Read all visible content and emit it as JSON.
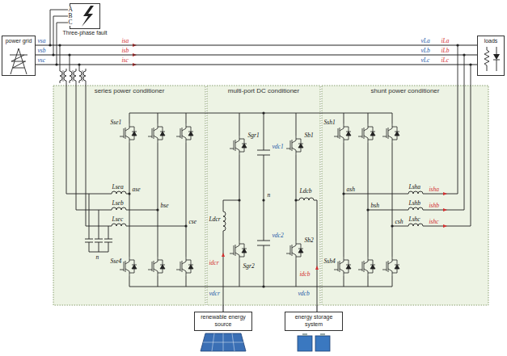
{
  "diagram": {
    "nodes": [
      {
        "text": [
          "Three-phase fault"
        ]
      },
      {
        "text": [
          "power grid"
        ]
      },
      {
        "text": [
          "loads"
        ]
      },
      {
        "text": [
          "series power conditioner"
        ]
      },
      {
        "text": [
          "multi-port DC conditioner"
        ]
      },
      {
        "text": [
          "shunt power conditioner"
        ]
      },
      {
        "text": [
          "renewable energy source"
        ]
      },
      {
        "text": [
          "energy storage system"
        ]
      }
    ],
    "edges": [
      {
        "from": 1,
        "to": 2,
        "arrow": "none"
      },
      {
        "from": 1,
        "to": 2,
        "arrow": "none"
      },
      {
        "from": 1,
        "to": 2,
        "arrow": "none"
      },
      {
        "from": 6,
        "to": 4,
        "arrow": "none"
      },
      {
        "from": 7,
        "to": 4,
        "arrow": "none"
      }
    ],
    "labels": [
      "A",
      "B",
      "C",
      "vsa",
      "vsb",
      "vsc",
      "isa",
      "isb",
      "isc",
      "vLa",
      "vLb",
      "vLc",
      "iLa",
      "iLb",
      "iLc",
      "Lsea",
      "Lseb",
      "Lsec",
      "ase",
      "bse",
      "cse",
      "Sse1",
      "Sse4",
      "n",
      "vdc1",
      "vdc2",
      "n",
      "Sgr1",
      "Sgr2",
      "Ldcr",
      "idcr",
      "vdcr",
      "Sb1",
      "Sb2",
      "Ldcb",
      "idcb",
      "vdcb",
      "Ssh1",
      "Ssh4",
      "ash",
      "bsh",
      "csh",
      "Lsha",
      "Lshb",
      "Lshc",
      "isha",
      "ishb",
      "ishc"
    ]
  }
}
